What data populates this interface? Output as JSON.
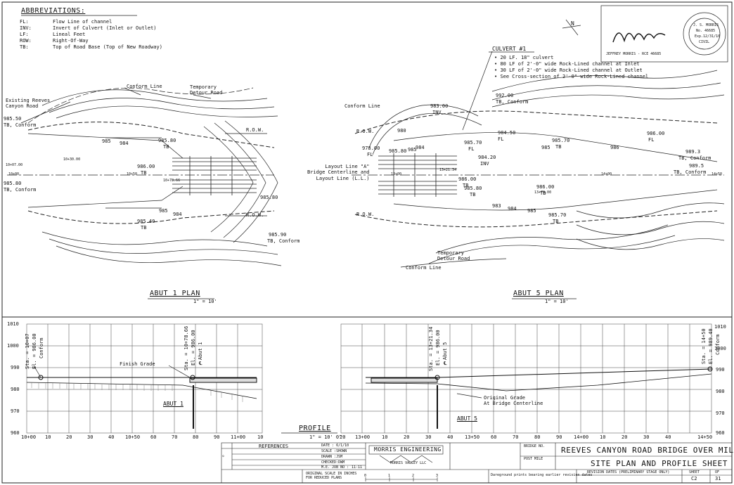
{
  "abbreviations": {
    "title": "ABBREVIATIONS:",
    "items": [
      {
        "abbr": "FL:",
        "desc": "Flow Line of channel"
      },
      {
        "abbr": "INV:",
        "desc": "Invert of Culvert (Inlet or Outlet)"
      },
      {
        "abbr": "LF:",
        "desc": "Lineal Feet"
      },
      {
        "abbr": "ROW:",
        "desc": "Right-Of-Way"
      },
      {
        "abbr": "TB:",
        "desc": "Top of Road Base (Top of New Roadway)"
      }
    ]
  },
  "stamp": {
    "engineer": "JEFFREY MORRIS - RCE 46685",
    "seal_name": "J. S. MORRIS",
    "seal_no": "No. 46685",
    "seal_exp": "Exp.12/31/10",
    "seal_type": "CIVIL"
  },
  "culvert": {
    "title": "CULVERT #1",
    "notes": [
      "20 LF. 18\" culvert",
      "80 LF of 2'-0\" wide Rock-Lined channel at Inlet",
      "30 LF of 2'-0\" wide Rock-Lined channel at Outlet",
      "See Cross-section of 2'-0\" wide Rock-Lined channel"
    ]
  },
  "abut1_plan": {
    "labels": {
      "existing_road": "Existing Reeves\nCanyon Road",
      "conform_line": "Conform Line",
      "temp_detour": "Temporary\nDetour Road",
      "row_top": "R.O.W.",
      "row_bottom": "R.O.W.",
      "left_top_elev": "985.50",
      "left_top_tb": "TB, Conform",
      "left_bot_elev": "985.80",
      "left_bot_tb": "TB, Conform",
      "sta_1007": "10+07.00",
      "sta_1000": "10+00",
      "sta_1030": "10+30.00",
      "sta_1050": "10+50",
      "sta_1078": "10+78.66",
      "e_985_80": "985.80",
      "e_985_80_tb": "TB",
      "e_986_00": "986.00",
      "e_986_00_tb": "TB",
      "e_985_80_right": "985.80",
      "e_985_40": "985.40",
      "e_985_40_tb": "TB",
      "e_985_90": "985.90",
      "e_985_90_tb": "TB, Conform",
      "c985a": "985",
      "c984": "984",
      "c985b": "985",
      "c984b": "984"
    },
    "title": "ABUT 1 PLAN",
    "scale": "1\" = 10'"
  },
  "abut5_plan": {
    "labels": {
      "conform_line_top": "Conform Line",
      "row_top": "R.O.W.",
      "row_bottom": "R.O.W.",
      "layout_line": "Layout Line \"A\"\nBridge Centerline and\nLayout Line (L.L.)",
      "e_992": "992.00",
      "e_992_tb": "TB, Conform",
      "e_983": "983.00",
      "e_983_inv": "INV",
      "e_980": "980",
      "e_978": "978.00",
      "e_978_fl": "FL",
      "e_985_80": "985.80",
      "e_985_70": "985.70",
      "e_985_70_fl": "FL",
      "e_984_50": "984.50",
      "e_984_50_fl": "FL",
      "e_986_00_fl": "986.00",
      "e_986_00_fl2": "FL",
      "e_989_3": "989.3",
      "e_989_3_tb": "TB, Conform",
      "e_989_5": "989.5",
      "e_989_5_tb": "TB, Conform",
      "e_984_20": "984.20",
      "e_984_20_inv": "INV",
      "sta_1321": "13+21.34",
      "e_986_00": "986.00",
      "e_986_00_tb": "TB",
      "e_985_80b": "985.80",
      "e_985_80b_tb": "TB",
      "e_986_00c": "986.00",
      "e_986_00c_tb": "TB",
      "sta_1370": "13+70.00",
      "sta_1300": "13+00",
      "sta_1400": "14+00",
      "sta_1450": "14+50",
      "e_985_70b": "985.70",
      "e_985_70b_tb": "TB",
      "e_985_70c": "985.70",
      "e_985_70c_tb": "TB",
      "c986": "986",
      "c985": "985",
      "c984": "984",
      "c983": "983",
      "c985b": "985",
      "c985c": "985",
      "c984c": "984",
      "temp_detour": "Temporary\nDetour Road",
      "conform_line_bottom": "Conform Line"
    },
    "title": "ABUT 5 PLAN",
    "scale": "1\" = 10'"
  },
  "profile": {
    "title": "PROFILE",
    "scale": "1\" = 10' 0\"",
    "y_ticks": [
      "1010",
      "1000",
      "990",
      "980",
      "970",
      "960"
    ],
    "x_ticks_left": [
      "10+00",
      "10",
      "20",
      "30",
      "40",
      "10+50",
      "60",
      "70",
      "80",
      "90",
      "11+00",
      "10"
    ],
    "x_ticks_right": [
      "20",
      "13+00",
      "10",
      "20",
      "30",
      "40",
      "13+50",
      "60",
      "70",
      "80",
      "90",
      "14+00",
      "10",
      "20",
      "30",
      "40",
      "14+50"
    ],
    "left_callouts": {
      "sta_begin": "Sta. = 10+07",
      "el_begin": "El. = 986.00",
      "conform": "Conform",
      "sta_abut": "Sta. = 10+78.66",
      "el_abut": "El. = 986.00",
      "abut_label": "Abut 1",
      "cl": "℄",
      "finish_grade": "Finish Grade",
      "abut_name": "ABUT 1"
    },
    "right_callouts": {
      "sta_abut": "Sta. = 13+21.34",
      "el_abut": "El. = 986.00",
      "abut_label": "Abut 5",
      "cl": "℄",
      "sta_end": "Sta. = 14+50",
      "el_end": "El. = 989.40",
      "conform": "Conform",
      "original_grade": "Original Grade\nAt Bridge Centerline",
      "abut_name": "ABUT 5"
    }
  },
  "title_block": {
    "references": "REFERENCES",
    "date": "DATE : 6/1/10",
    "scale": "SCALE :SHOWN",
    "drawn": "DRAWN :JSM",
    "checked": "CHECKED:DWM",
    "job_no": "M.E. JOB NO :",
    "job_no_val": "11-11",
    "firm": "MORRIS ENGINEERING",
    "firm_sub": "MORRIS VALLEY LLC",
    "original_scale": "ORIGINAL SCALE IN INCHES\nFOR REDUCED PLANS",
    "scale_marks": [
      "0",
      "1",
      "2",
      "3"
    ],
    "bridge_no": "BRIDGE NO.",
    "post_mile": "POST MILE",
    "project_title": "REEVES CANYON ROAD BRIDGE OVER MILL CREEK",
    "sheet_title": "SITE PLAN AND PROFILE SHEET",
    "dareground": "Dareground prints bearing earlier revision dates",
    "revision_header": "REVISION DATES (PRELIMINARY STAGE ONLY)",
    "sheet_label": "SHEET",
    "of_label": "OF",
    "sheet_no": "C2",
    "sheet_total": "31"
  }
}
